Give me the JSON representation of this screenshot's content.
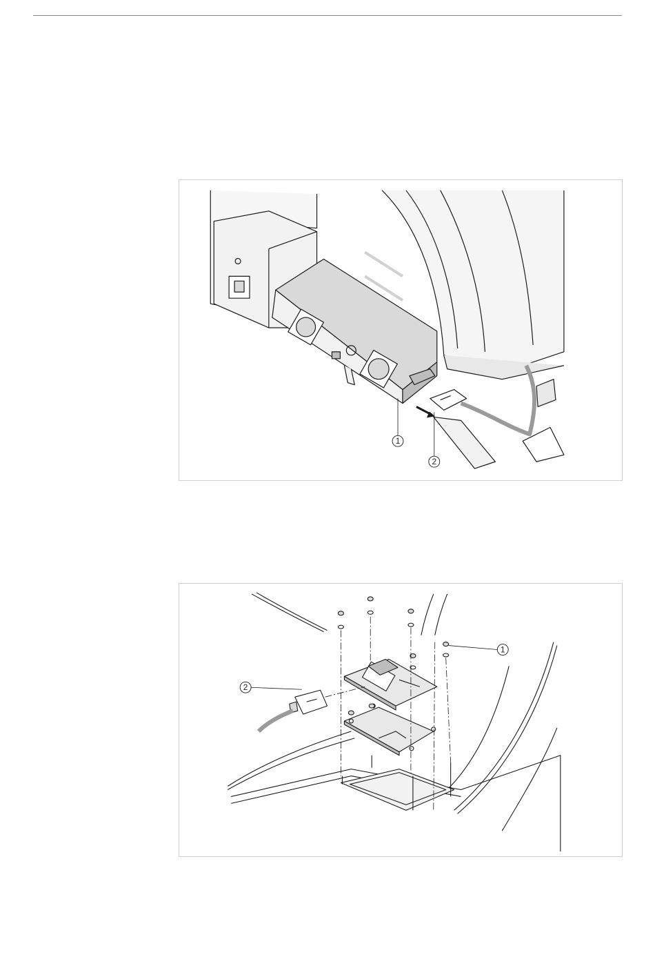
{
  "figure1": {
    "callouts": [
      {
        "label": "1"
      },
      {
        "label": "2"
      }
    ]
  },
  "figure2": {
    "callouts": [
      {
        "label": "1"
      },
      {
        "label": "2"
      }
    ]
  },
  "colors": {
    "line": "#1a1a1a",
    "fill_light": "#f2f2f2",
    "fill_mid": "#d9d9d9",
    "fill_dark": "#bdbdbd"
  }
}
